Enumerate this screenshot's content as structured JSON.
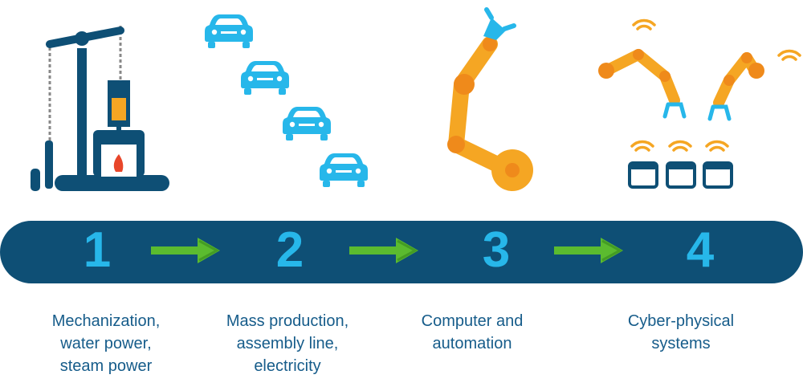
{
  "colors": {
    "bar": "#0e4f75",
    "number": "#27b7ea",
    "arrow": "#5bbb2f",
    "caption": "#165c8a",
    "robot_orange": "#f5a623",
    "car_blue": "#27b7ea"
  },
  "stages": [
    {
      "number": "1",
      "caption": "Mechanization,\nwater power,\nsteam power",
      "icon": "steam-engine-icon"
    },
    {
      "number": "2",
      "caption": "Mass production,\nassembly line,\nelectricity",
      "icon": "assembly-line-cars-icon"
    },
    {
      "number": "3",
      "caption": "Computer and\nautomation",
      "icon": "robot-arm-icon"
    },
    {
      "number": "4",
      "caption": "Cyber-physical\nsystems",
      "icon": "connected-robots-icon"
    }
  ]
}
